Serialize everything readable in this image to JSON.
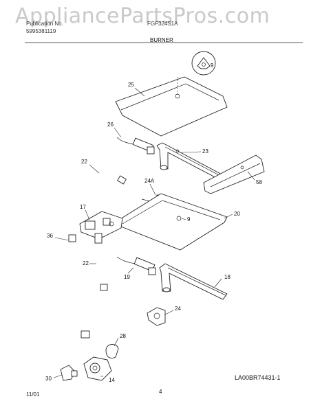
{
  "header": {
    "watermark": "AppliancePartsPros.com",
    "publication": "Publication No.",
    "publication_number": "5995381119",
    "model": "FGF324S1A",
    "section_title": "BURNER"
  },
  "footer": {
    "date": "11/01",
    "page_number": "4",
    "diagram_code": "LA00BR74431-1"
  },
  "parts": [
    {
      "id": "p9a",
      "label": "9"
    },
    {
      "id": "p25",
      "label": "25"
    },
    {
      "id": "p26",
      "label": "26"
    },
    {
      "id": "p23",
      "label": "23"
    },
    {
      "id": "p22a",
      "label": "22"
    },
    {
      "id": "p24a",
      "label": "24A"
    },
    {
      "id": "p58",
      "label": "58"
    },
    {
      "id": "p17",
      "label": "17"
    },
    {
      "id": "p9b",
      "label": "9"
    },
    {
      "id": "p20",
      "label": "20"
    },
    {
      "id": "p36",
      "label": "36"
    },
    {
      "id": "p22b",
      "label": "22"
    },
    {
      "id": "p19",
      "label": "19"
    },
    {
      "id": "p18",
      "label": "18"
    },
    {
      "id": "p24",
      "label": "24"
    },
    {
      "id": "p28",
      "label": "28"
    },
    {
      "id": "p30",
      "label": "30"
    },
    {
      "id": "p14",
      "label": "14"
    }
  ]
}
